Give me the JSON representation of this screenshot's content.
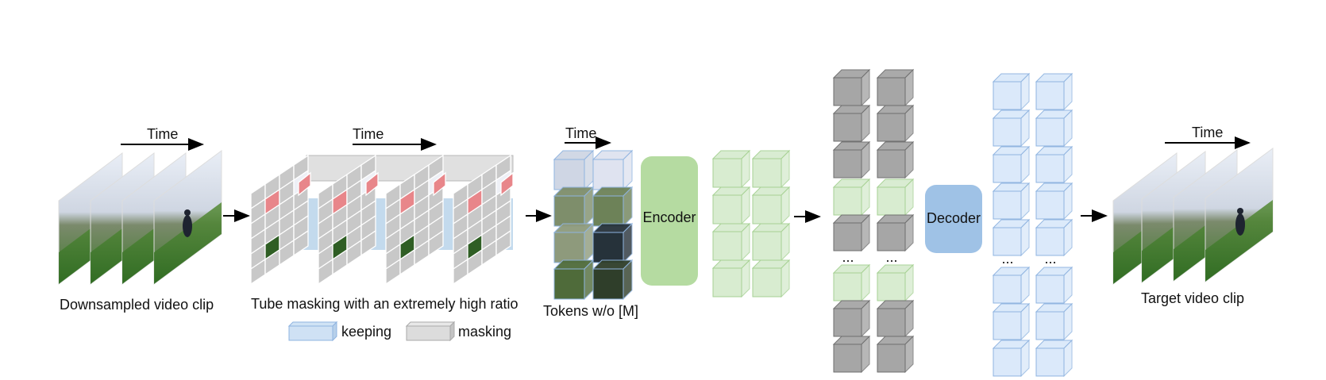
{
  "labels": {
    "time_1": "Time",
    "time_2": "Time",
    "time_3": "Time",
    "time_4": "Time",
    "downsampled": "Downsampled video clip",
    "tube_masking": "Tube masking with an extremely high ratio",
    "tokens": "Tokens w/o [M]",
    "encoder": "Encoder",
    "decoder": "Decoder",
    "target": "Target video clip",
    "keeping": "keeping",
    "masking": "masking",
    "ellipsis": "..."
  },
  "colors": {
    "encoder_fill": "#b5dba1",
    "decoder_fill": "#9fc2e6",
    "token_green": "#d8ecd0",
    "token_green_edge": "#a6d193",
    "token_blue": "#dbe9fa",
    "token_blue_edge": "#8fb4e0",
    "token_gray": "#a6a6a6",
    "token_gray_edge": "#6e6e6e",
    "mask_red": "#e8868a",
    "keep_band": "#b8d3ea",
    "grid_gray": "#c8c8c8"
  },
  "columns": {
    "encoder_output": [
      "green",
      "green",
      "green",
      "green",
      "green",
      "green",
      "green",
      "green"
    ],
    "decoder_input": [
      "gray",
      "gray",
      "gray",
      "green",
      "gray",
      "ellipsis",
      "green",
      "gray",
      "gray"
    ],
    "decoder_output": [
      "blue",
      "blue",
      "blue",
      "blue",
      "blue",
      "ellipsis",
      "blue",
      "blue",
      "blue"
    ]
  }
}
